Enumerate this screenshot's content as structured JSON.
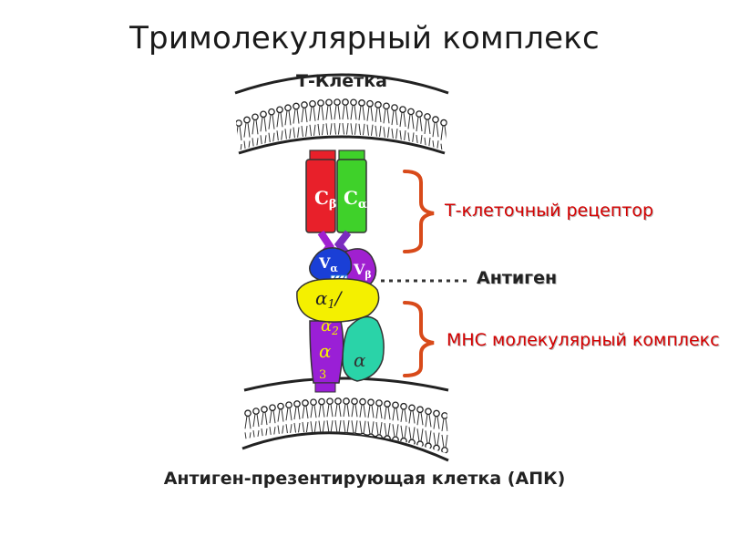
{
  "title": "Тримолекулярный комплекс",
  "top_cell_label": "Т-Клетка",
  "bottom_cell_label": "Антиген-презентирующая клетка (АПК)",
  "tcr_label": "Т-клеточный рецептор",
  "antigen_label": "Антиген",
  "mhc_label": "МНС молекулярный комплекс",
  "domains": {
    "c_beta": {
      "letter": "C",
      "sub": "β"
    },
    "c_alpha": {
      "letter": "C",
      "sub": "α"
    },
    "v_alpha": {
      "letter": "V",
      "sub": "α"
    },
    "v_beta": {
      "letter": "V",
      "sub": "β"
    },
    "alpha1": {
      "letter": "α",
      "sub": "1",
      "suffix": "/"
    },
    "alpha2": {
      "letter": "α",
      "sub": "2"
    },
    "alpha3": {
      "letter": "α",
      "sub": "3"
    },
    "b2m": {
      "letter": "α"
    }
  },
  "colors": {
    "c_beta": "#e8202a",
    "c_alpha": "#3fd12a",
    "v_alpha": "#1a3fd6",
    "v_beta": "#a020d0",
    "alpha1_alpha2": "#f4f000",
    "alpha3": "#9a1fd6",
    "b2m": "#2ad3a8",
    "bracket": "#d84a1a",
    "label_red": "#d40000"
  }
}
